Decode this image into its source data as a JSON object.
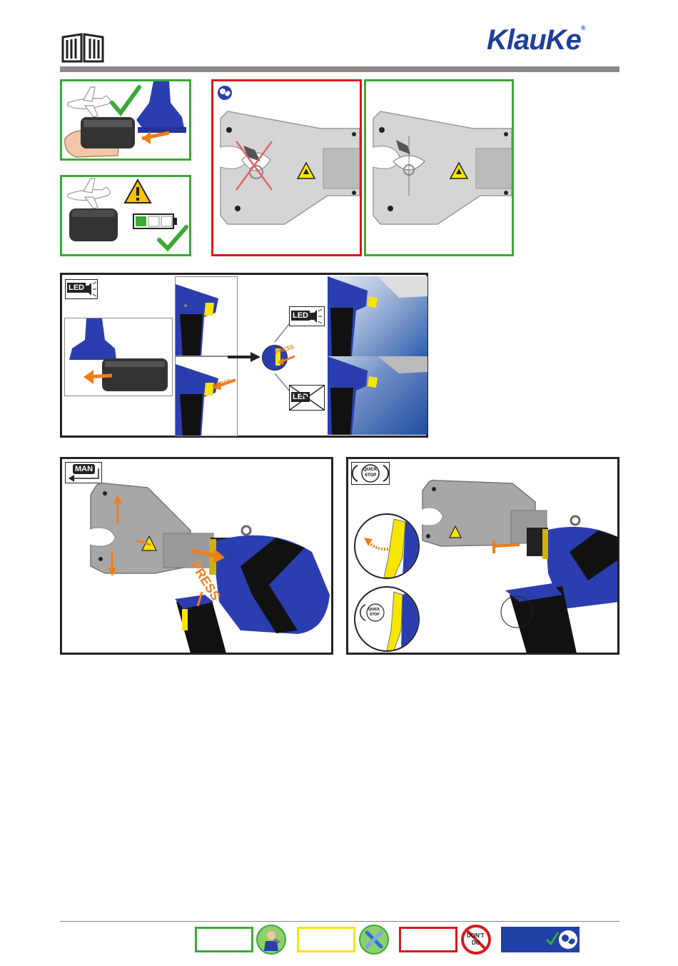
{
  "header": {
    "brand": "KlauKe",
    "brand_mark": "®",
    "manual_icon": "open-book-icon"
  },
  "colors": {
    "green": "#3aaa35",
    "red": "#d71920",
    "orange": "#f07d1a",
    "tool_blue": "#2b3eb0",
    "brand_blue": "#1f3f99",
    "yellow": "#f6e600",
    "grey_bar": "#8a8a8a"
  },
  "battery_section": {
    "charge_icon": "battery-level-icon",
    "warning_icon": "warning-triangle-icon"
  },
  "crimp_section": {
    "warning_label_icon": "hand-crush-hazard-icon",
    "expert_icon": "expert-badge-icon"
  },
  "led_section": {
    "icon_label": "LED",
    "on_label": "LED",
    "off_label": "LED",
    "press_top": "PRESS",
    "press_bottom": "PRESS"
  },
  "man_section": {
    "icon_label": "MAN",
    "press_label": "PRESS"
  },
  "quickstop_section": {
    "icon_line1": "QUICK",
    "icon_line2": "STOP",
    "inset_line1": "QUICK",
    "inset_line2": "STOP"
  },
  "footer": {
    "dont_do_line1": "DON'T",
    "dont_do_line2": "DO",
    "legend_icons": [
      "mechanic-icon",
      "tools-icon",
      "dont-do-icon",
      "expert-check-icon"
    ]
  }
}
